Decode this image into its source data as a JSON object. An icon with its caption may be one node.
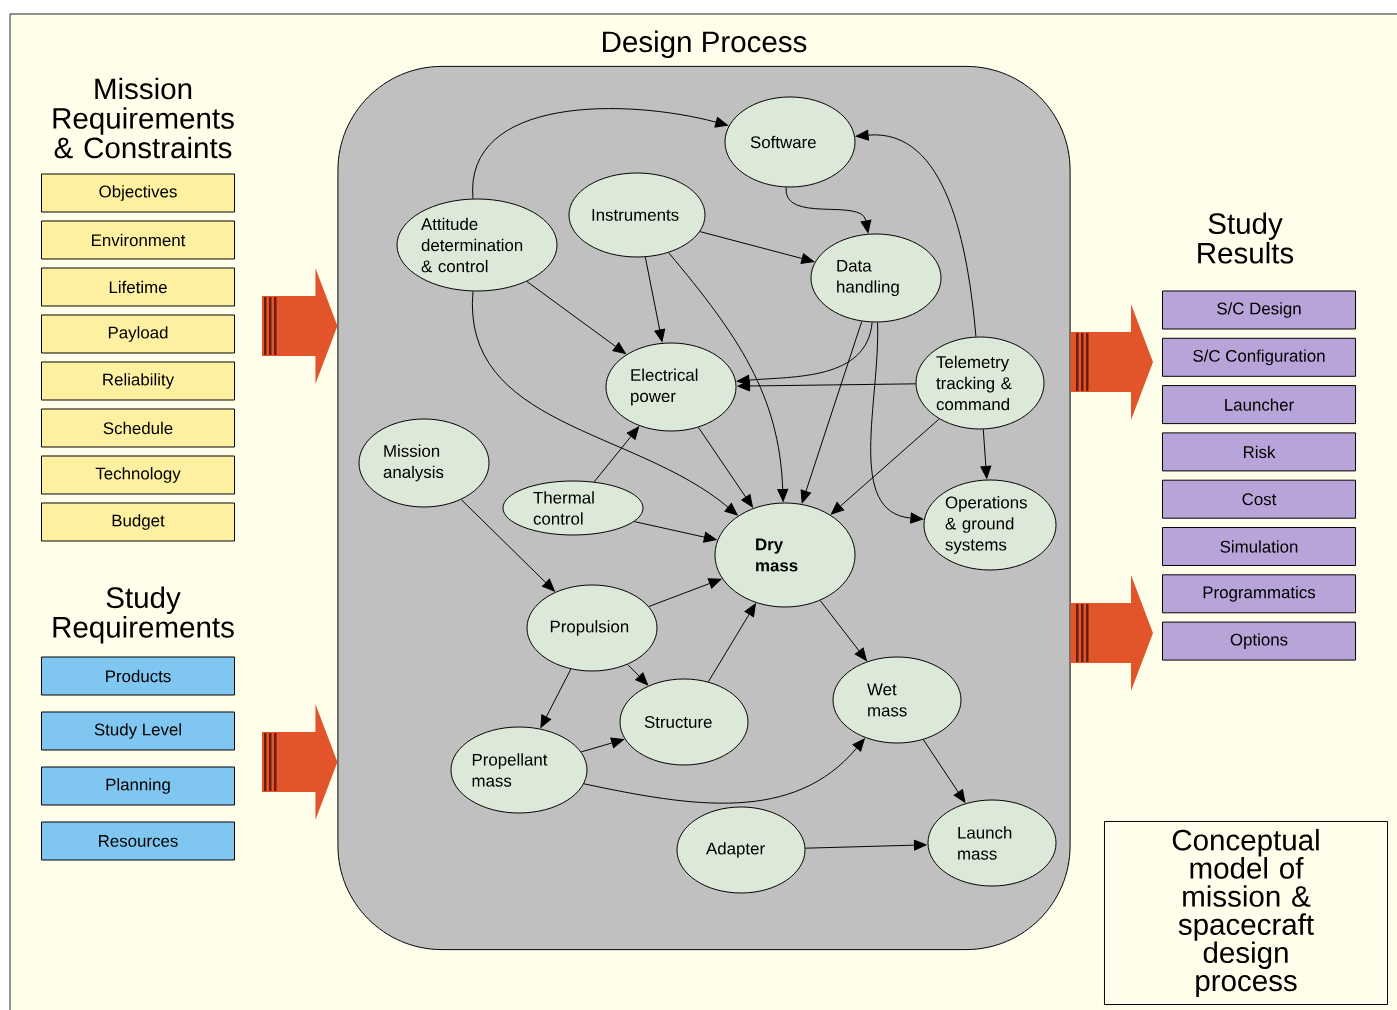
{
  "diagram": {
    "nodes": [
      {
        "text": [
          "Design Process"
        ]
      },
      {
        "text": [
          "Software"
        ],
        "in": 0
      },
      {
        "text": [
          "Attitude determination & control"
        ],
        "in": 0
      },
      {
        "text": [
          "Instruments"
        ],
        "in": 0
      },
      {
        "text": [
          "Data handling"
        ],
        "in": 0
      },
      {
        "text": [
          "Electrical power"
        ],
        "in": 0
      },
      {
        "text": [
          "Telemetry tracking & command"
        ],
        "in": 0
      },
      {
        "text": [
          "Mission analysis"
        ],
        "in": 0
      },
      {
        "text": [
          "Thermal control"
        ],
        "in": 0
      },
      {
        "text": [
          "Dry mass"
        ],
        "in": 0
      },
      {
        "text": [
          "Operations & ground systems"
        ],
        "in": 0
      },
      {
        "text": [
          "Propulsion"
        ],
        "in": 0
      },
      {
        "text": [
          "Structure"
        ],
        "in": 0
      },
      {
        "text": [
          "Wet mass"
        ],
        "in": 0
      },
      {
        "text": [
          "Propellant mass"
        ],
        "in": 0
      },
      {
        "text": [
          "Adapter"
        ],
        "in": 0
      },
      {
        "text": [
          "Launch mass"
        ],
        "in": 0
      },
      {
        "text": [
          "Objectives"
        ]
      },
      {
        "text": [
          "Environment"
        ]
      },
      {
        "text": [
          "Lifetime"
        ]
      },
      {
        "text": [
          "Payload"
        ]
      },
      {
        "text": [
          "Reliability"
        ]
      },
      {
        "text": [
          "Schedule"
        ]
      },
      {
        "text": [
          "Technology"
        ]
      },
      {
        "text": [
          "Budget"
        ]
      },
      {
        "text": [
          "Products"
        ]
      },
      {
        "text": [
          "Study Level"
        ]
      },
      {
        "text": [
          "Planning"
        ]
      },
      {
        "text": [
          "Resources"
        ]
      },
      {
        "text": [
          "S/C Design"
        ]
      },
      {
        "text": [
          "S/C Configuration"
        ]
      },
      {
        "text": [
          "Launcher"
        ]
      },
      {
        "text": [
          "Risk"
        ]
      },
      {
        "text": [
          "Cost"
        ]
      },
      {
        "text": [
          "Simulation"
        ]
      },
      {
        "text": [
          "Programmatics"
        ]
      },
      {
        "text": [
          "Options"
        ]
      },
      {
        "text": [
          "Conceptual model of mission & spacecraft design process"
        ]
      }
    ],
    "edges": [
      {
        "from": 2,
        "to": 1,
        "arrow": "to"
      },
      {
        "from": 2,
        "to": 5,
        "arrow": "to"
      },
      {
        "from": 2,
        "to": 9,
        "arrow": "to"
      },
      {
        "from": 3,
        "to": 5,
        "arrow": "to"
      },
      {
        "from": 3,
        "to": 4,
        "arrow": "to"
      },
      {
        "from": 3,
        "to": 9,
        "arrow": "to"
      },
      {
        "from": 1,
        "to": 4,
        "arrow": "to"
      },
      {
        "from": 6,
        "to": 1,
        "arrow": "to"
      },
      {
        "from": 4,
        "to": 5,
        "arrow": "to"
      },
      {
        "from": 4,
        "to": 9,
        "arrow": "to"
      },
      {
        "from": 4,
        "to": 10,
        "arrow": "to"
      },
      {
        "from": 6,
        "to": 5,
        "arrow": "to"
      },
      {
        "from": 6,
        "to": 10,
        "arrow": "to"
      },
      {
        "from": 6,
        "to": 9,
        "arrow": "to"
      },
      {
        "from": 5,
        "to": 9,
        "arrow": "to"
      },
      {
        "from": 8,
        "to": 5,
        "arrow": "to"
      },
      {
        "from": 8,
        "to": 9,
        "arrow": "to"
      },
      {
        "from": 7,
        "to": 11,
        "arrow": "to"
      },
      {
        "from": 11,
        "to": 9,
        "arrow": "to"
      },
      {
        "from": 11,
        "to": 14,
        "arrow": "to"
      },
      {
        "from": 11,
        "to": 12,
        "arrow": "to"
      },
      {
        "from": 14,
        "to": 12,
        "arrow": "to"
      },
      {
        "from": 14,
        "to": 13,
        "arrow": "to"
      },
      {
        "from": 12,
        "to": 9,
        "arrow": "to"
      },
      {
        "from": 9,
        "to": 13,
        "arrow": "to"
      },
      {
        "from": 13,
        "to": 16,
        "arrow": "to"
      },
      {
        "from": 15,
        "to": 16,
        "arrow": "to"
      },
      {
        "from": null,
        "to": 0,
        "arrow": "to",
        "style": "thick",
        "color": "#e2552a"
      },
      {
        "from": null,
        "to": 0,
        "arrow": "to",
        "style": "thick",
        "color": "#e2552a"
      },
      {
        "from": 0,
        "to": null,
        "arrow": "to",
        "style": "thick",
        "color": "#e2552a"
      },
      {
        "from": 0,
        "to": null,
        "arrow": "to",
        "style": "thick",
        "color": "#e2552a"
      }
    ],
    "labels": [
      "Mission Requirements & Constraints",
      "Study Requirements",
      "Study Results"
    ]
  }
}
